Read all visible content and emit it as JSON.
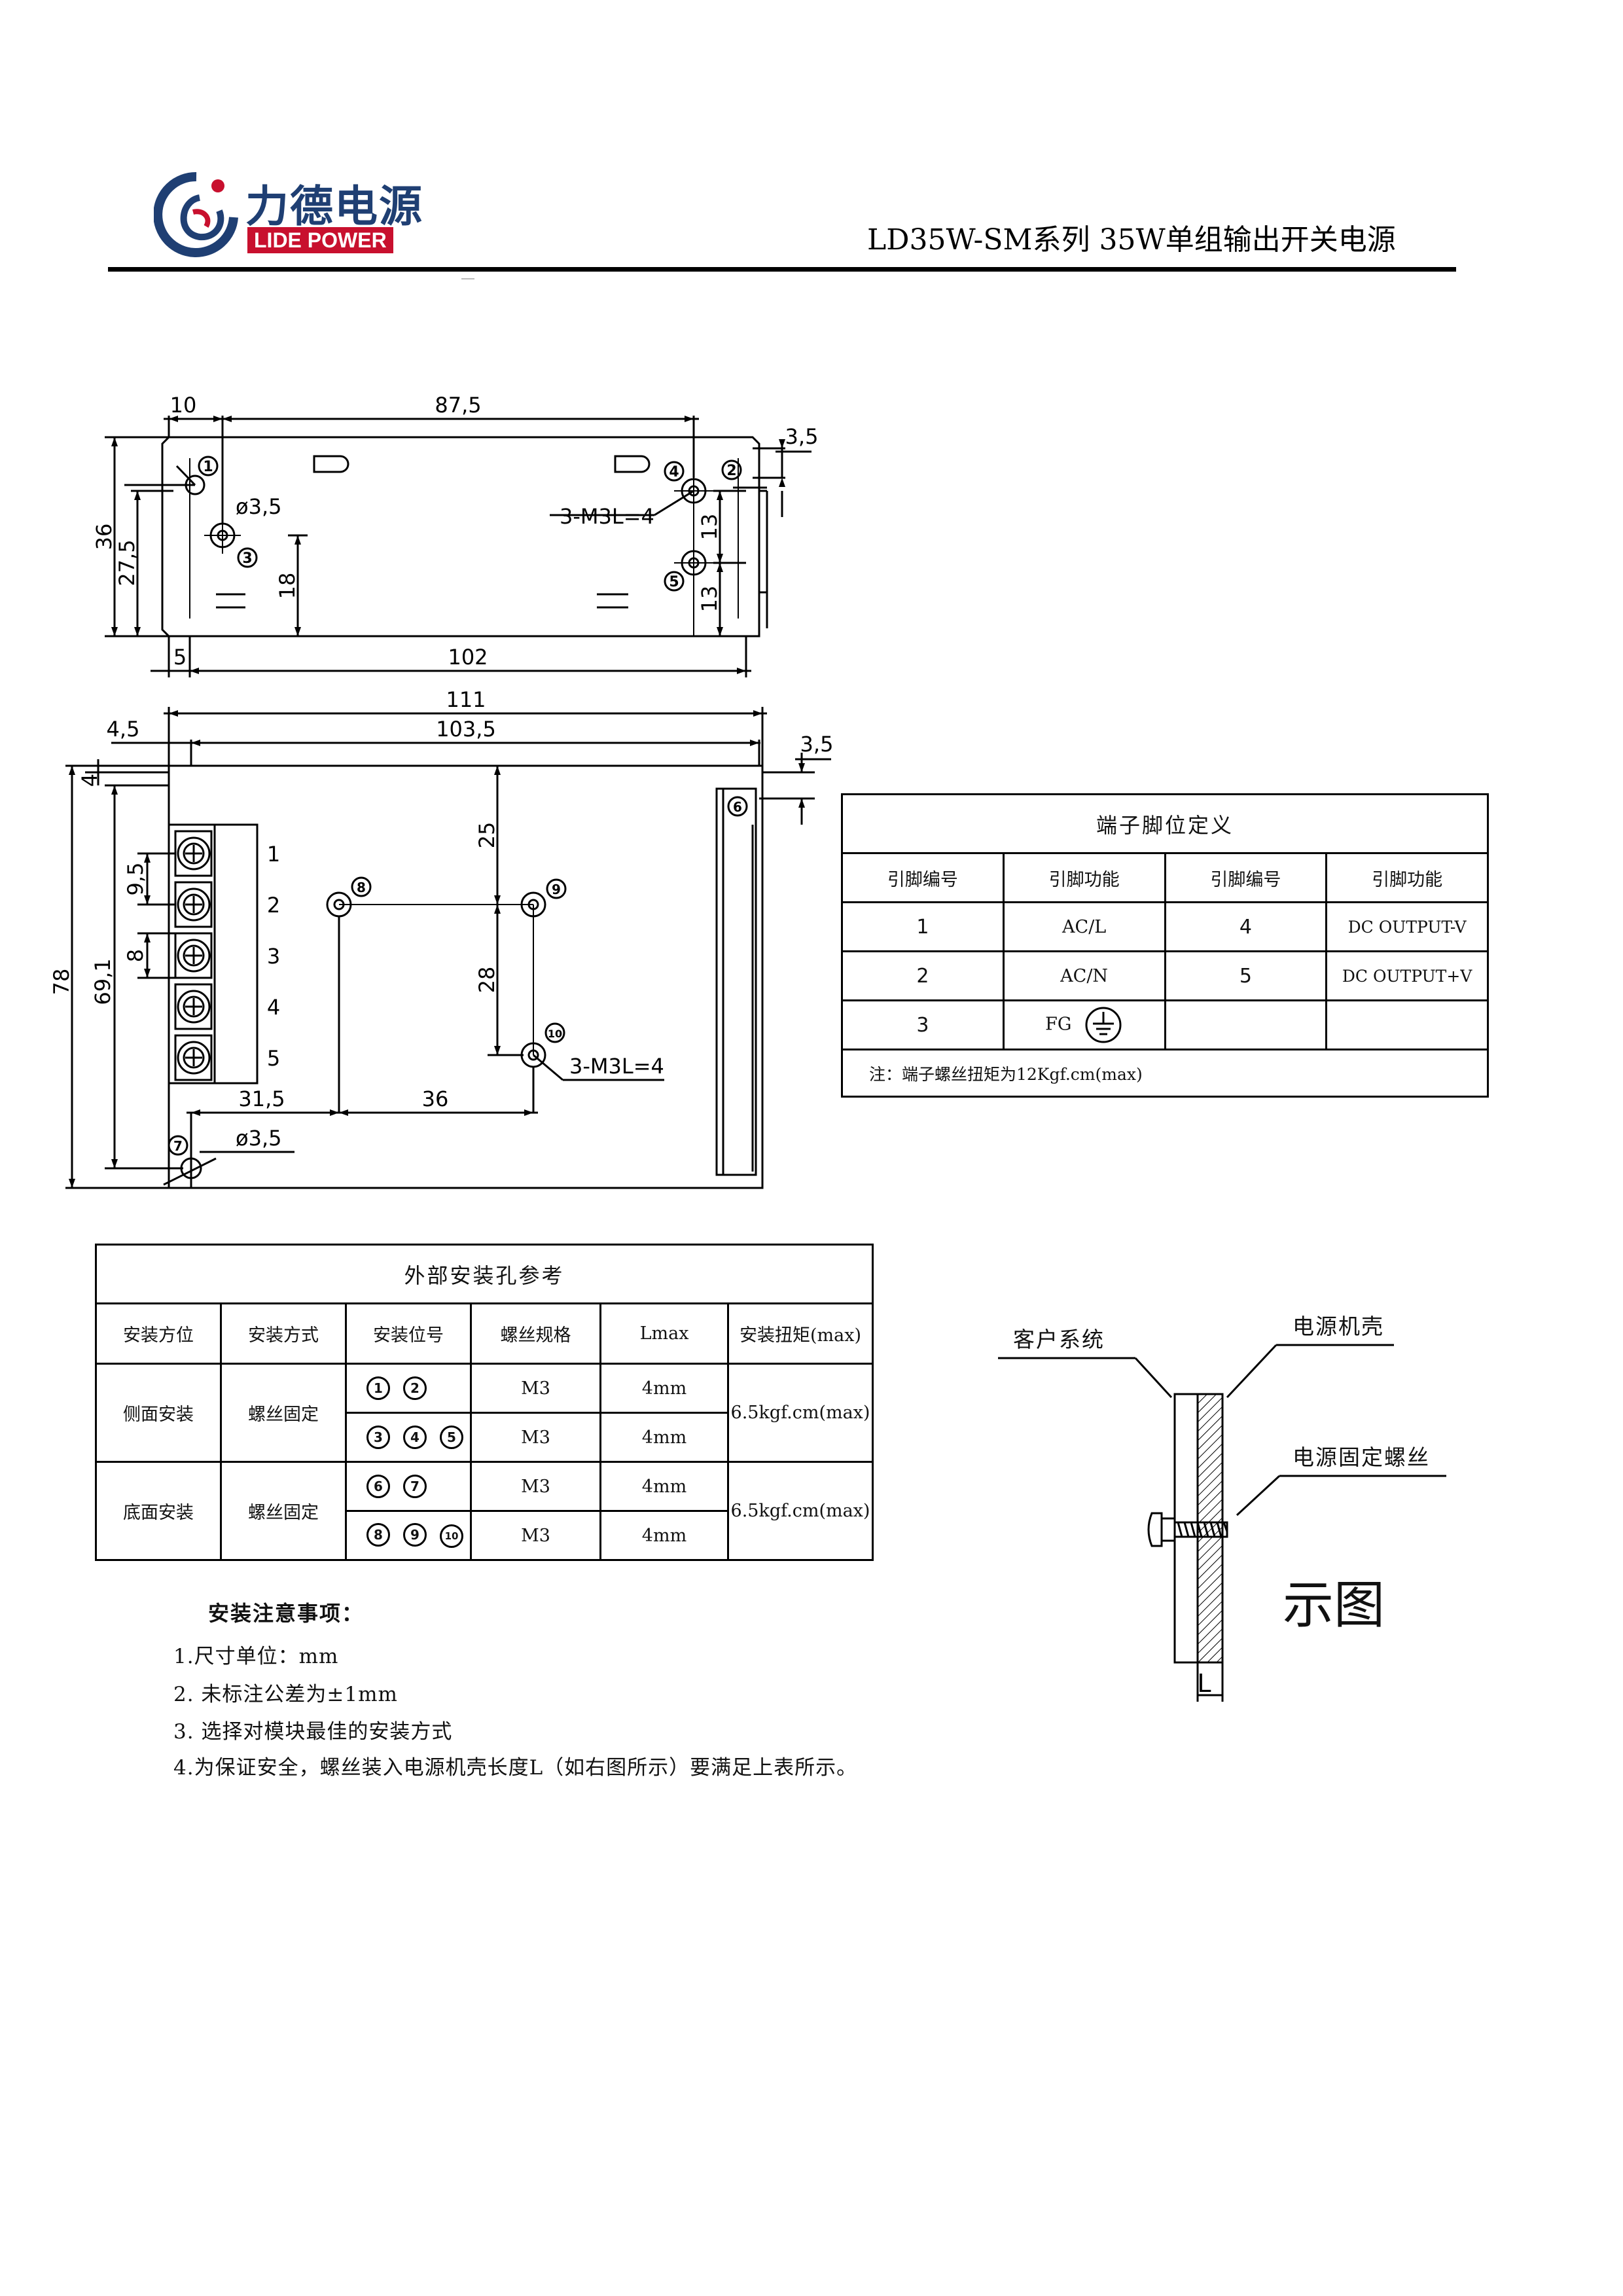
{
  "header": {
    "brand_cn": "力德电源",
    "brand_en": "LIDE POWER",
    "doc_title": "LD35W-SM系列 35W单组输出开关电源"
  },
  "top_view": {
    "dims": [
      "10",
      "87,5",
      "3,5",
      "36",
      "27,5",
      "18",
      "13",
      "13",
      "5",
      "102"
    ],
    "hole_dia": "ø3,5",
    "screw_spec": "3-M3L=4",
    "markers": [
      "1",
      "2",
      "3",
      "4",
      "5"
    ]
  },
  "front_view": {
    "dims": [
      "111",
      "103,5",
      "4,5",
      "4",
      "3,5",
      "78",
      "69,1",
      "9,5",
      "8",
      "25",
      "28",
      "31,5",
      "36"
    ],
    "hole_dia": "ø3,5",
    "screw_spec": "3-M3L=4",
    "terminal_numbers": [
      "1",
      "2",
      "3",
      "4",
      "5"
    ],
    "markers": [
      "6",
      "7",
      "8",
      "9",
      "10"
    ]
  },
  "pin_table": {
    "caption": "端子脚位定义",
    "headers": [
      "引脚编号",
      "引脚功能",
      "引脚编号",
      "引脚功能"
    ],
    "rows": [
      [
        "1",
        "AC/L",
        "4",
        "DC OUTPUT-V"
      ],
      [
        "2",
        "AC/N",
        "5",
        "DC OUTPUT+V"
      ],
      [
        "3",
        "FG",
        "",
        ""
      ]
    ],
    "fg_symbol": "ground-icon",
    "note": "注：端子螺丝扭矩为12Kgf.cm(max)"
  },
  "mount_table": {
    "caption": "外部安装孔参考",
    "headers": [
      "安装方位",
      "安装方式",
      "安装位号",
      "螺丝规格",
      "Lmax",
      "安装扭矩(max)"
    ],
    "side": {
      "position": "侧面安装",
      "method": "螺丝固定",
      "group1": [
        "1",
        "2"
      ],
      "group2": [
        "3",
        "4",
        "5"
      ],
      "spec": "M3",
      "lmax": "4mm",
      "torque": "6.5kgf.cm(max)"
    },
    "bottom": {
      "position": "底面安装",
      "method": "螺丝固定",
      "group1": [
        "6",
        "7"
      ],
      "group2": [
        "8",
        "9",
        "10"
      ],
      "spec": "M3",
      "lmax": "4mm",
      "torque": "6.5kgf.cm(max)"
    }
  },
  "notes": {
    "heading": "安装注意事项：",
    "items": [
      "1.尺寸单位：mm",
      "2. 未标注公差为±1mm",
      "3. 选择对模块最佳的安装方式",
      "4.为保证安全，螺丝装入电源机壳长度L（如右图所示）要满足上表所示。"
    ]
  },
  "diagram": {
    "customer_system": "客户系统",
    "psu_case": "电源机壳",
    "fix_screw": "电源固定螺丝",
    "caption": "示图",
    "l_label": "L"
  }
}
